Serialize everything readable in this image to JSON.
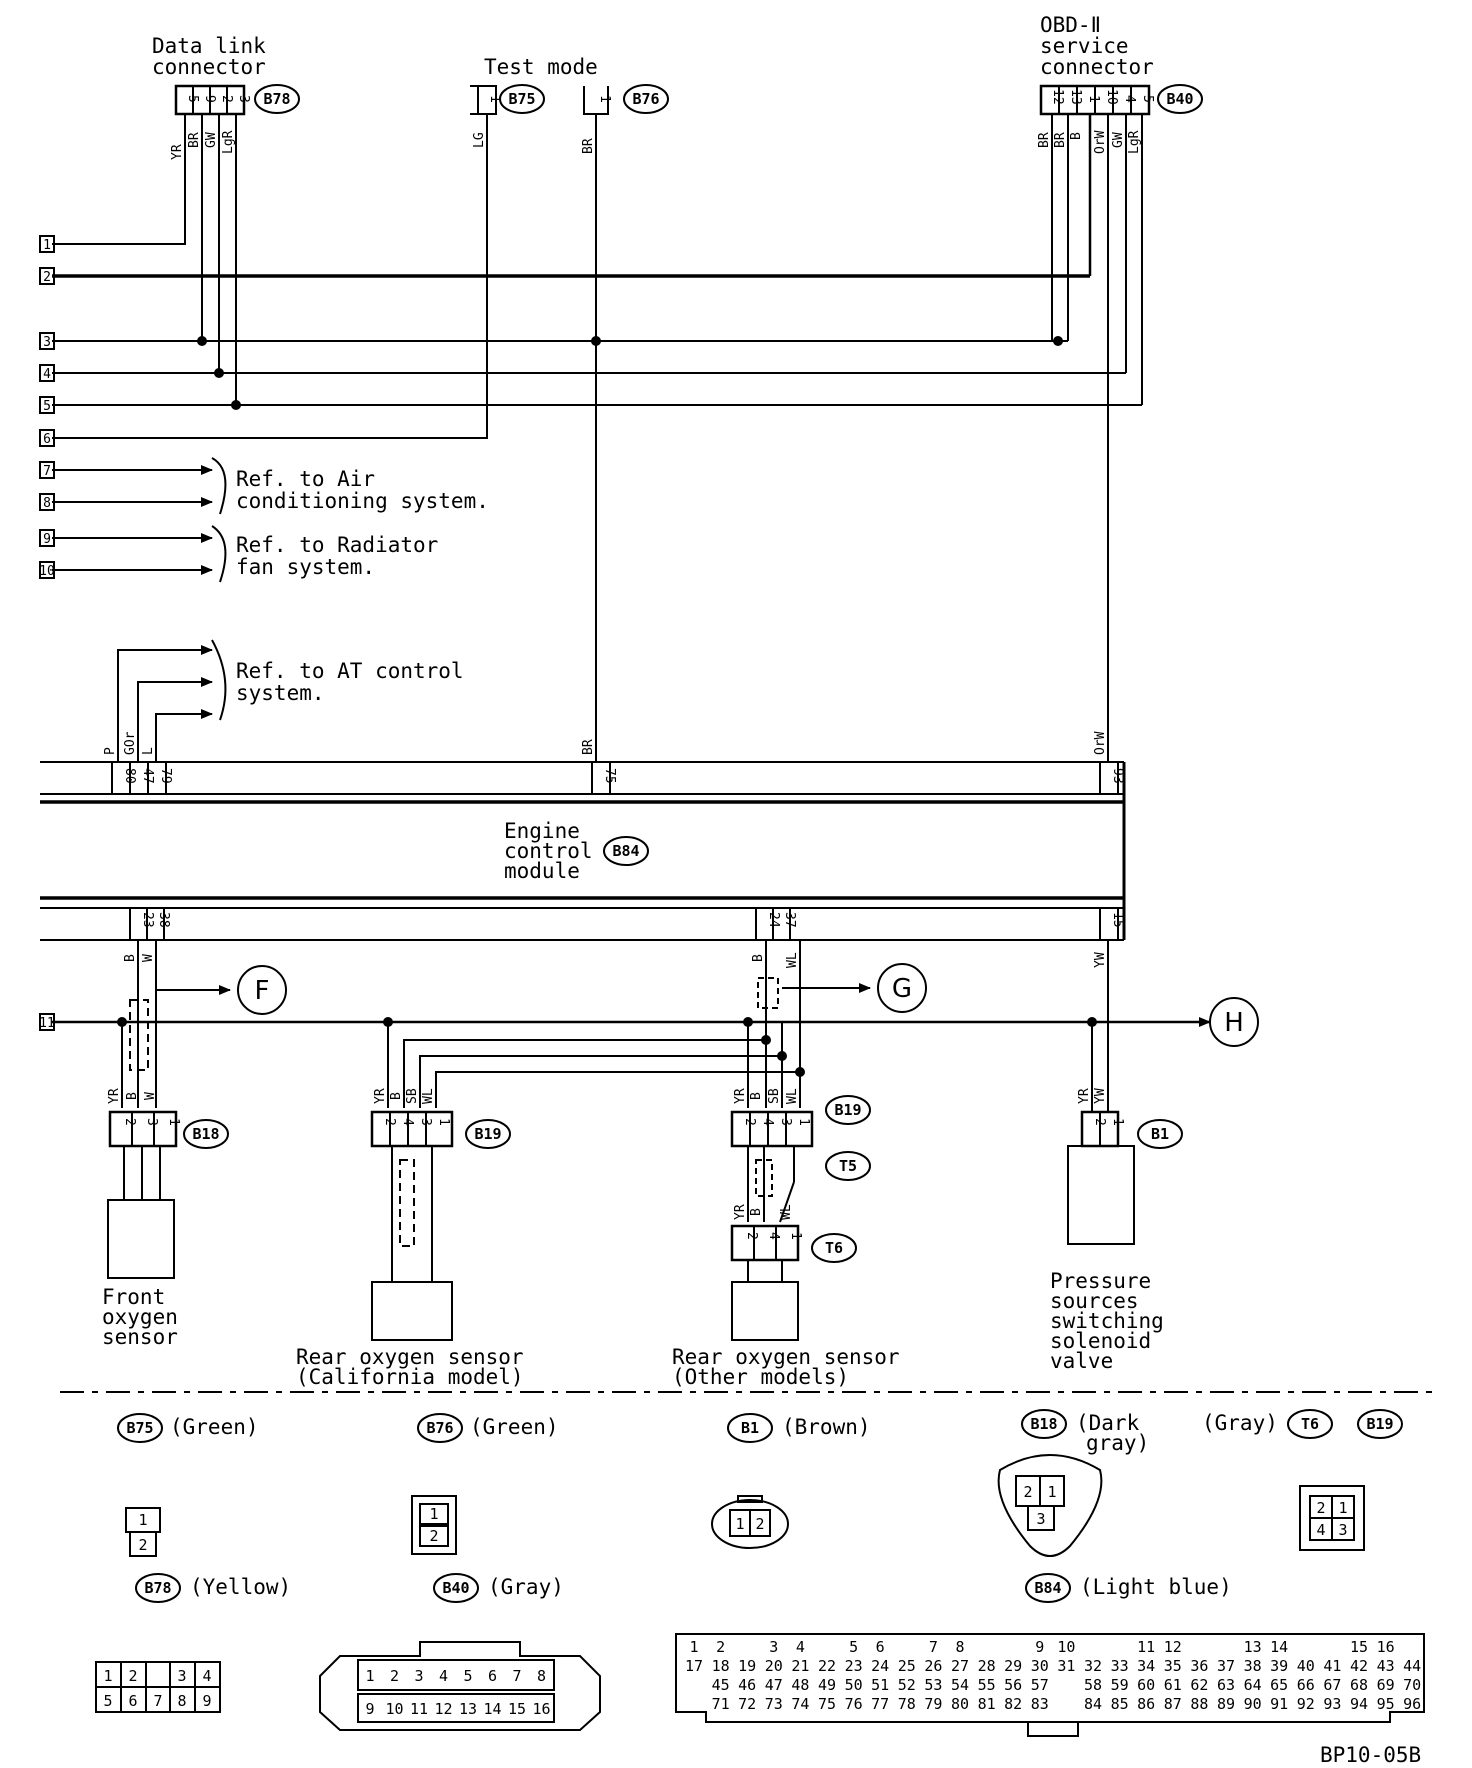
{
  "labels": {
    "data_link_1": "Data link",
    "data_link_2": "connector",
    "test_mode": "Test mode",
    "obd_1": "OBD-Ⅱ",
    "obd_2": "service",
    "obd_3": "connector",
    "ref_ac_1": "Ref. to Air",
    "ref_ac_2": "conditioning system.",
    "ref_rad_1": "Ref. to Radiator",
    "ref_rad_2": "fan system.",
    "ref_at_1": "Ref. to AT control",
    "ref_at_2": "system.",
    "ecm_1": "Engine",
    "ecm_2": "control",
    "ecm_3": "module",
    "front_o2_1": "Front",
    "front_o2_2": "oxygen",
    "front_o2_3": "sensor",
    "rear_ca_1": "Rear oxygen sensor",
    "rear_ca_2": "(California model)",
    "rear_other_1": "Rear oxygen sensor",
    "rear_other_2": "(Other models)",
    "psv_1": "Pressure",
    "psv_2": "sources",
    "psv_3": "switching",
    "psv_4": "solenoid",
    "psv_5": "valve",
    "figure_code": "BP10-05B"
  },
  "connectors": {
    "b78": "B78",
    "b75": "B75",
    "b76": "B76",
    "b40": "B40",
    "b84": "B84",
    "b18": "B18",
    "b19": "B19",
    "t5": "T5",
    "t6": "T6",
    "b1": "B1"
  },
  "offpage": {
    "f": "F",
    "g": "G",
    "h": "H"
  },
  "left_terminals": [
    "1",
    "2",
    "3",
    "4",
    "5",
    "6",
    "7",
    "8",
    "9",
    "10",
    "11"
  ],
  "connector_pins": {
    "b78": [
      "5",
      "9",
      "2",
      "3"
    ],
    "b75": [
      "1"
    ],
    "b76": [
      "1"
    ],
    "b40": [
      "12",
      "13",
      "1",
      "10",
      "4",
      "5"
    ],
    "ecm_top": [
      "80",
      "47",
      "79",
      "75",
      "93"
    ],
    "ecm_bottom": [
      "23",
      "38",
      "24",
      "37",
      "15"
    ],
    "b18": [
      "2",
      "3",
      "1"
    ],
    "b19_ca": [
      "2",
      "4",
      "3",
      "1"
    ],
    "b19_other": [
      "2",
      "4",
      "3",
      "1"
    ],
    "t6": [
      "2",
      "4",
      "1"
    ],
    "b1": [
      "2",
      "1"
    ]
  },
  "wire_colors": {
    "b78": [
      "YR",
      "BR",
      "GW",
      "LgR"
    ],
    "b75": "LG",
    "b76": "BR",
    "b40": [
      "BR",
      "BR",
      "B",
      "OrW",
      "GW",
      "LgR"
    ],
    "ecm_top": [
      "P",
      "GOr",
      "L",
      "BR",
      "OrW"
    ],
    "ecm_bottom": [
      "B",
      "W",
      "B",
      "WL",
      "YW"
    ],
    "b18": [
      "YR",
      "B",
      "W"
    ],
    "b19_ca": [
      "YR",
      "B",
      "SB",
      "WL"
    ],
    "b19_other": [
      "YR",
      "B",
      "SB",
      "WL"
    ],
    "t6": [
      "YR",
      "B",
      "WL"
    ],
    "b1": [
      "YR",
      "YW"
    ]
  },
  "legend": {
    "b75": {
      "id": "B75",
      "color": "(Green)",
      "pins": [
        "1",
        "2"
      ]
    },
    "b76": {
      "id": "B76",
      "color": "(Green)",
      "pins": [
        "1",
        "2"
      ]
    },
    "b1": {
      "id": "B1",
      "color": "(Brown)",
      "pins": [
        "1",
        "2"
      ]
    },
    "b18": {
      "id": "B18",
      "color_1": "(Dark",
      "color_2": "gray)",
      "pins": [
        "2",
        "1",
        "3"
      ]
    },
    "t6_b19": {
      "color": "(Gray)",
      "id_1": "T6",
      "id_2": "B19",
      "pins": [
        "2",
        "1",
        "4",
        "3"
      ]
    },
    "b78": {
      "id": "B78",
      "color": "(Yellow)",
      "pins": [
        "1",
        "2",
        "3",
        "4",
        "5",
        "6",
        "7",
        "8",
        "9"
      ]
    },
    "b40": {
      "id": "B40",
      "color": "(Gray)",
      "pins": [
        "1",
        "2",
        "3",
        "4",
        "5",
        "6",
        "7",
        "8",
        "9",
        "10",
        "11",
        "12",
        "13",
        "14",
        "15",
        "16"
      ]
    },
    "b84": {
      "id": "B84",
      "color": "(Light blue)",
      "row1": [
        "1",
        "2",
        "3",
        "4",
        "5",
        "6",
        "7",
        "8",
        "9",
        "10",
        "11",
        "12",
        "13",
        "14",
        "15",
        "16"
      ],
      "row2": [
        "17",
        "18",
        "19",
        "20",
        "21",
        "22",
        "23",
        "24",
        "25",
        "26",
        "27",
        "28",
        "29",
        "30",
        "31",
        "32",
        "33",
        "34",
        "35",
        "36",
        "37",
        "38",
        "39",
        "40",
        "41",
        "42",
        "43",
        "44"
      ],
      "row3": [
        "45",
        "46",
        "47",
        "48",
        "49",
        "50",
        "51",
        "52",
        "53",
        "54",
        "55",
        "56",
        "57",
        "58",
        "59",
        "60",
        "61",
        "62",
        "63",
        "64",
        "65",
        "66",
        "67",
        "68",
        "69",
        "70"
      ],
      "row4": [
        "71",
        "72",
        "73",
        "74",
        "75",
        "76",
        "77",
        "78",
        "79",
        "80",
        "81",
        "82",
        "83",
        "84",
        "85",
        "86",
        "87",
        "88",
        "89",
        "90",
        "91",
        "92",
        "93",
        "94",
        "95",
        "96"
      ]
    }
  }
}
